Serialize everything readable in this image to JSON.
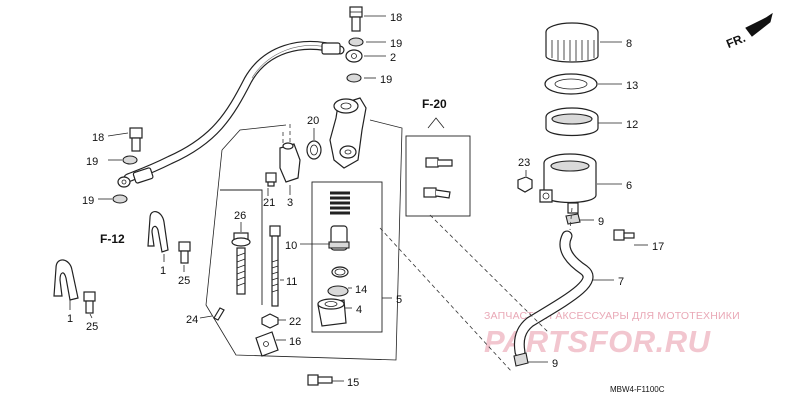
{
  "callouts": [
    {
      "id": "c18a",
      "text": "18"
    },
    {
      "id": "c19a",
      "text": "19"
    },
    {
      "id": "c2",
      "text": "2"
    },
    {
      "id": "c19b",
      "text": "19"
    },
    {
      "id": "c18b",
      "text": "18"
    },
    {
      "id": "c19c",
      "text": "19"
    },
    {
      "id": "c19d",
      "text": "19"
    },
    {
      "id": "c20",
      "text": "20"
    },
    {
      "id": "c3",
      "text": "3"
    },
    {
      "id": "c21",
      "text": "21"
    },
    {
      "id": "c26",
      "text": "26"
    },
    {
      "id": "c10",
      "text": "10"
    },
    {
      "id": "c11",
      "text": "11"
    },
    {
      "id": "c14",
      "text": "14"
    },
    {
      "id": "c4",
      "text": "4"
    },
    {
      "id": "c5",
      "text": "5"
    },
    {
      "id": "c22",
      "text": "22"
    },
    {
      "id": "c16",
      "text": "16"
    },
    {
      "id": "c15",
      "text": "15"
    },
    {
      "id": "c24",
      "text": "24"
    },
    {
      "id": "c1a",
      "text": "1"
    },
    {
      "id": "c25a",
      "text": "25"
    },
    {
      "id": "c1b",
      "text": "1"
    },
    {
      "id": "c25b",
      "text": "25"
    },
    {
      "id": "c8",
      "text": "8"
    },
    {
      "id": "c13",
      "text": "13"
    },
    {
      "id": "c12",
      "text": "12"
    },
    {
      "id": "c23",
      "text": "23"
    },
    {
      "id": "c6",
      "text": "6"
    },
    {
      "id": "c9a",
      "text": "9"
    },
    {
      "id": "c17",
      "text": "17"
    },
    {
      "id": "c7",
      "text": "7"
    },
    {
      "id": "c9b",
      "text": "9"
    }
  ],
  "references": {
    "f20": "F-20",
    "f12": "F-12",
    "front": "FR."
  },
  "diagram_code": "MBW4-F1100C",
  "watermark": {
    "subtitle": "ЗАПЧАСТИ И АКСЕССУАРЫ ДЛЯ МОТОТЕХНИКИ",
    "logo": "PARTSFOR.RU"
  }
}
